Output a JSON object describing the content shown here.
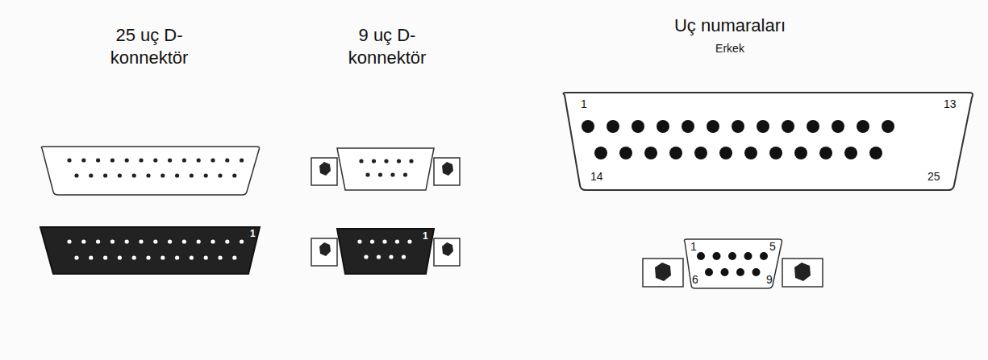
{
  "diagram": {
    "labels": [
      "25 uç D-konnektör",
      "9 uç D-konnektör",
      "Uç numaraları",
      "Erkek",
      "1",
      "1",
      "1",
      "13",
      "14",
      "25",
      "1",
      "5",
      "6",
      "9"
    ]
  }
}
